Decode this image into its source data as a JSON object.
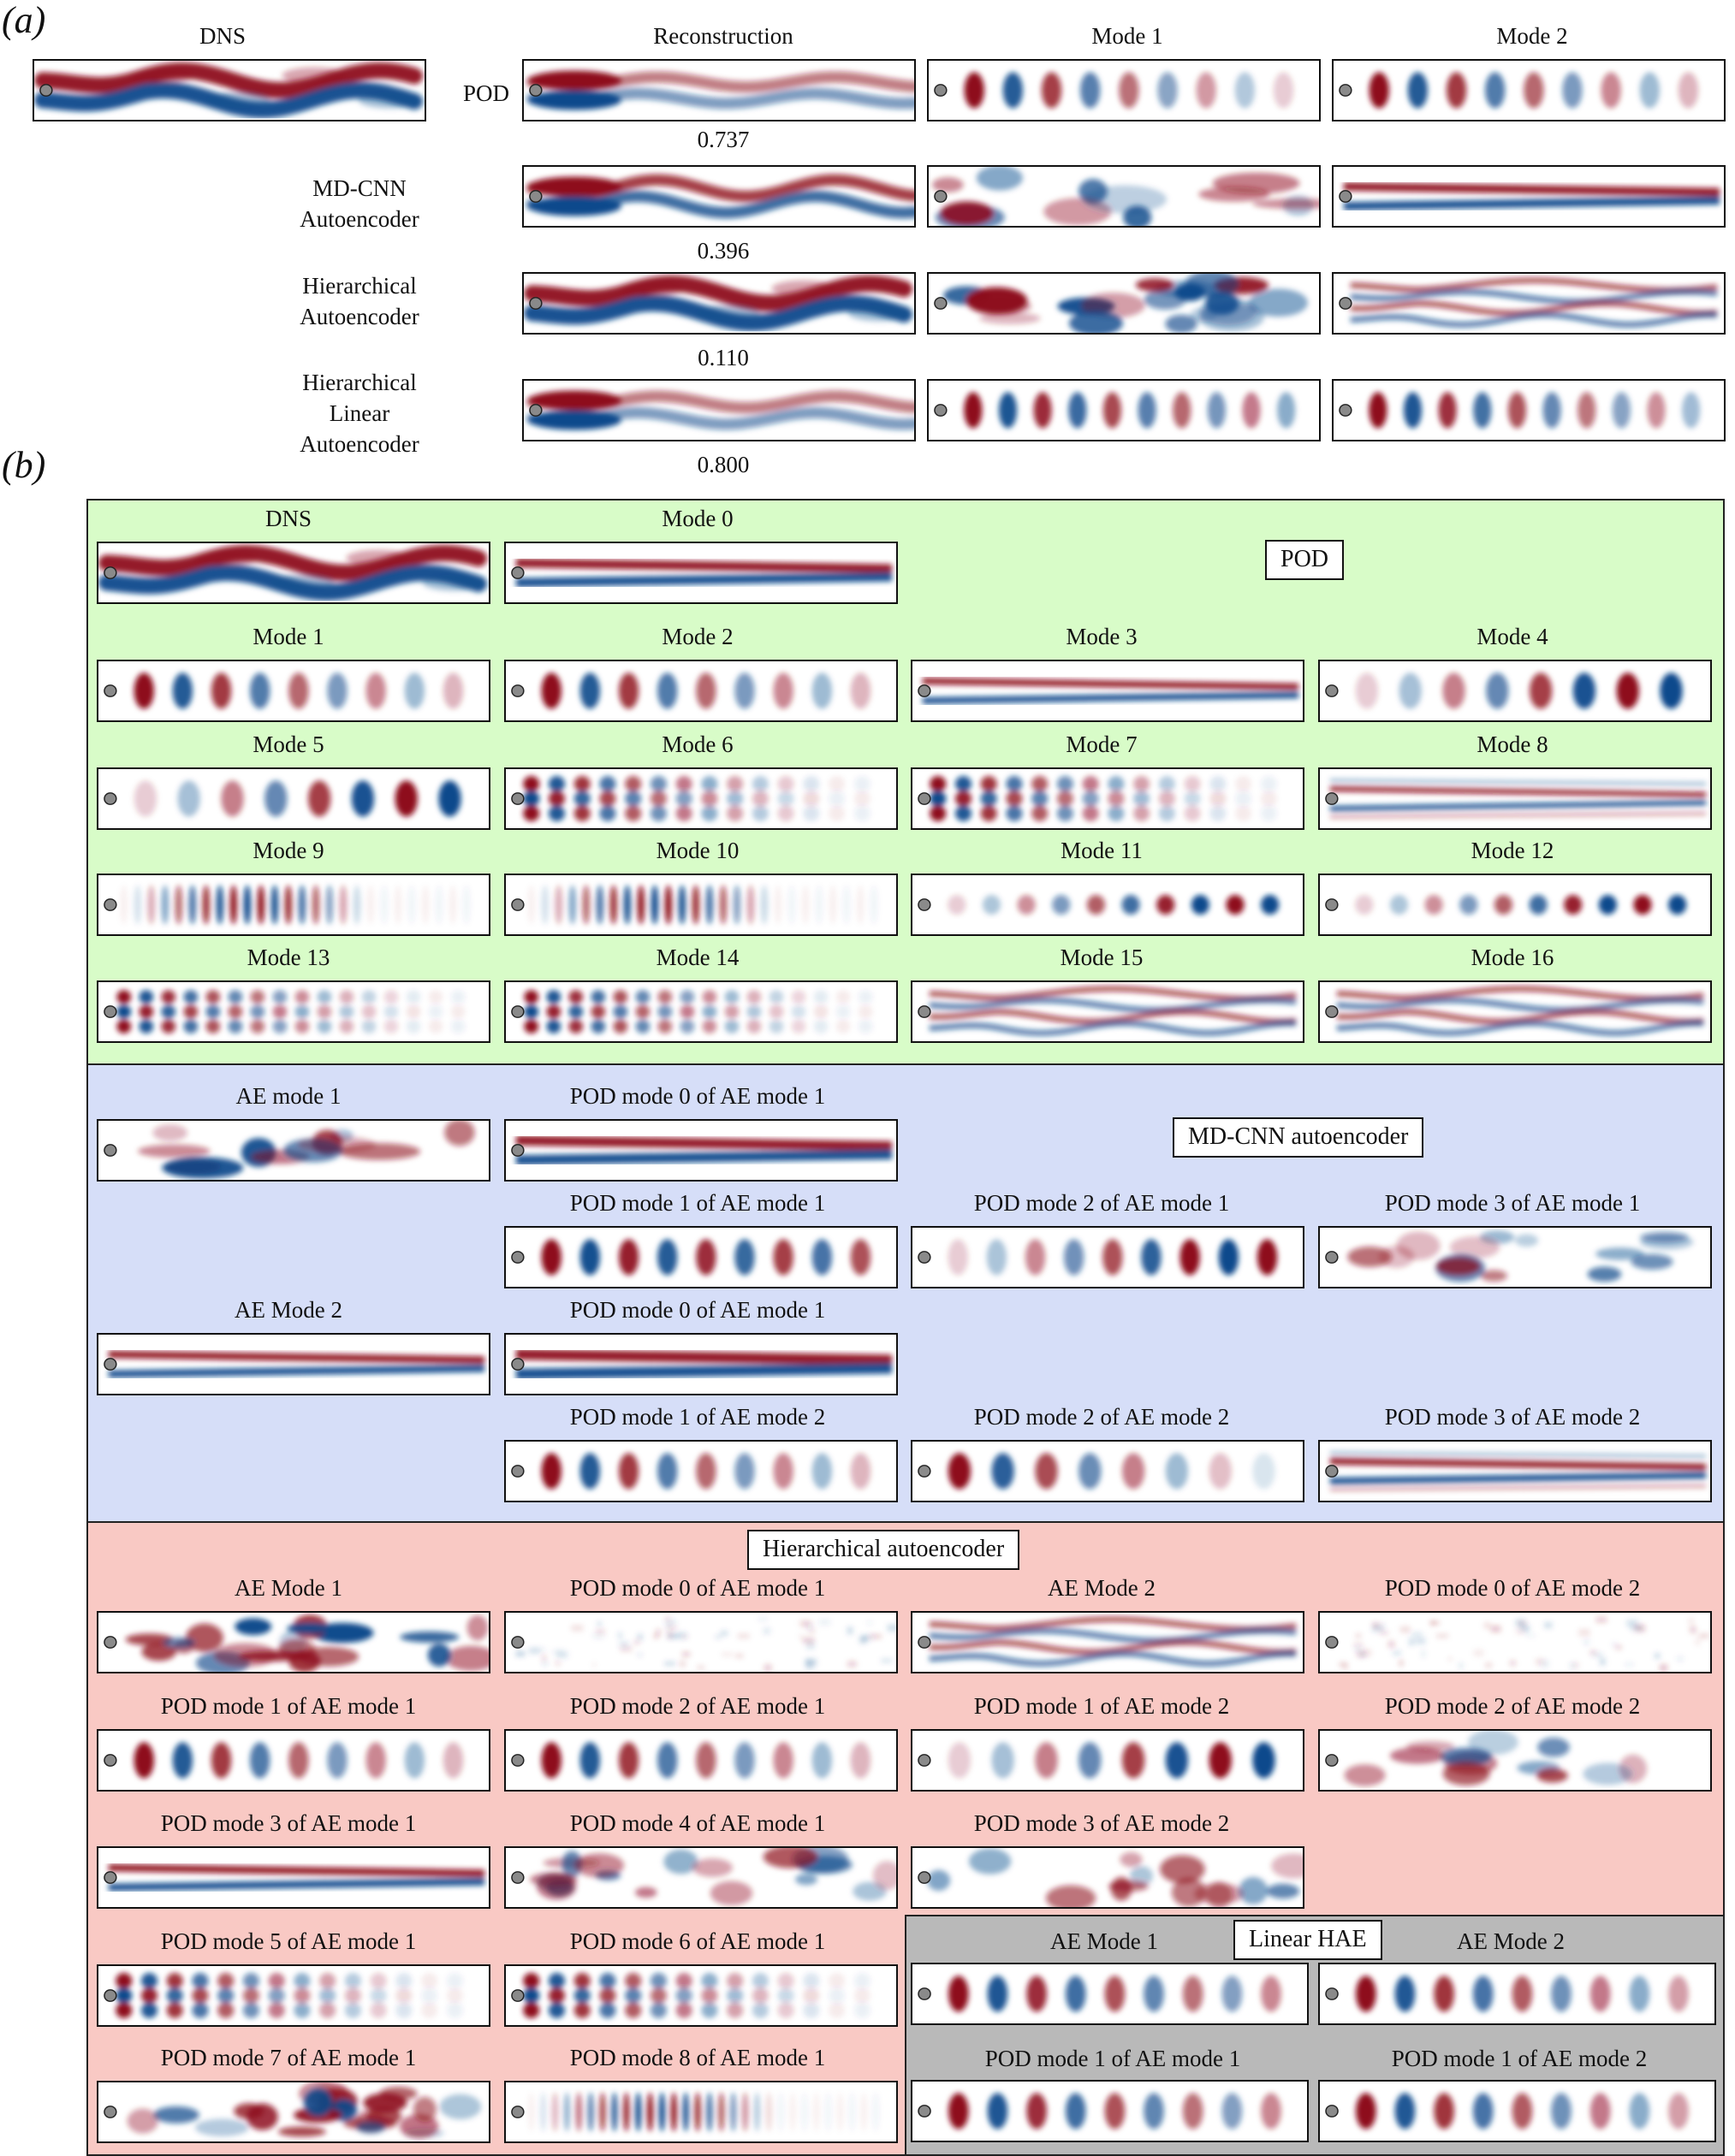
{
  "panel_a": {
    "letter": "(a)",
    "col_titles": [
      "DNS",
      "Reconstruction",
      "Mode 1",
      "Mode 2"
    ],
    "row_labels": [
      "POD",
      "MD-CNN\nAutoencoder",
      "Hierarchical\nAutoencoder",
      "Hierarchical\nLinear\nAutoencoder"
    ],
    "errors": [
      "0.737",
      "0.396",
      "0.110",
      "0.800"
    ]
  },
  "panel_b": {
    "letter": "(b)",
    "pod": {
      "tag": "POD",
      "titles": [
        "DNS",
        "Mode 0",
        "Mode 1",
        "Mode 2",
        "Mode 3",
        "Mode 4",
        "Mode 5",
        "Mode 6",
        "Mode 7",
        "Mode 8",
        "Mode 9",
        "Mode 10",
        "Mode 11",
        "Mode 12",
        "Mode 13",
        "Mode 14",
        "Mode 15",
        "Mode 16"
      ]
    },
    "mdcnn": {
      "tag": "MD-CNN  autoencoder",
      "titles": [
        "AE mode 1",
        "POD mode 0 of AE mode 1",
        "POD mode 1 of AE mode 1",
        "POD mode 2 of AE mode 1",
        "POD mode 3 of AE mode 1",
        "AE Mode 2",
        "POD mode 0 of AE mode 1",
        "POD mode 1 of AE mode 2",
        "POD mode 2 of AE mode 2",
        "POD mode 3 of AE mode 2"
      ]
    },
    "hae": {
      "tag": "Hierarchical autoencoder",
      "titles": [
        "AE Mode 1",
        "POD mode 0 of AE mode 1",
        "AE Mode 2",
        "POD mode 0 of AE mode 2",
        "POD mode 1 of AE mode 1",
        "POD mode 2 of AE mode 1",
        "POD mode 1 of AE mode 2",
        "POD mode 2 of AE mode 2",
        "POD mode 3 of AE mode 1",
        "POD mode 4 of AE mode 1",
        "POD mode 3 of AE mode 2",
        "POD mode 5 of AE mode 1",
        "POD mode 6 of AE mode 1",
        "POD mode 7 of AE mode 1",
        "POD mode 8 of AE mode 1"
      ]
    },
    "linear": {
      "tag": "Linear HAE",
      "titles": [
        "AE Mode 1",
        "AE Mode 2",
        "POD mode 1 of AE mode 1",
        "POD mode 1 of AE mode 2"
      ]
    }
  },
  "colors": {
    "positive": "#8e0c1c",
    "negative": "#0d4a8c",
    "neutral": "#ffffff",
    "pod_section_bg": "#d8fcc8",
    "mdcnn_section_bg": "#d6def8",
    "hae_section_bg": "#f9c9c4",
    "linear_section_bg": "#b9b9b9",
    "cylinder": "#8a8a8a"
  }
}
